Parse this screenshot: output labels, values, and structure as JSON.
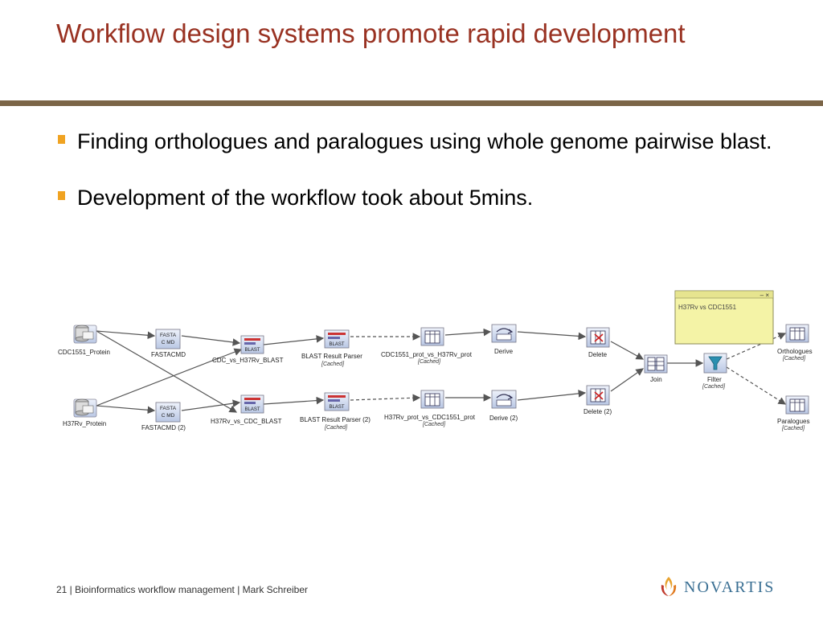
{
  "slide": {
    "title": "Workflow design systems promote rapid development",
    "bullets": [
      "Finding orthologues and paralogues using whole genome pairwise blast.",
      "Development of the workflow took about 5mins."
    ],
    "footer": "21 | Bioinformatics workflow management | Mark Schreiber",
    "logo_text": "NOVARTIS",
    "colors": {
      "title": "#993222",
      "rule": "#7b6547",
      "bullet": "#f0a322",
      "logo": "#3a6f93"
    }
  },
  "workflow": {
    "nodes": {
      "cdc1551_protein": {
        "label": "CDC1551_Protein",
        "icon": "database-icon"
      },
      "h37rv_protein": {
        "label": "H37Rv_Protein",
        "icon": "database-icon"
      },
      "fastacmd": {
        "label": "FASTACMD",
        "icon": "fasta-cmd-icon",
        "icon_text": [
          "FASTA",
          "C MD"
        ]
      },
      "fastacmd_2": {
        "label": "FASTACMD (2)",
        "icon": "fasta-cmd-icon",
        "icon_text": [
          "FASTA",
          "C MD"
        ]
      },
      "cdc_vs_h37rv_blast": {
        "label": "CDC_vs_H37Rv_BLAST",
        "icon": "blast-icon",
        "icon_text": "BLAST"
      },
      "h37rv_vs_cdc_blast": {
        "label": "H37Rv_vs_CDC_BLAST",
        "icon": "blast-icon",
        "icon_text": "BLAST"
      },
      "blast_parser": {
        "label": "BLAST Result Parser",
        "status": "[Cached]",
        "icon": "blast-icon",
        "icon_text": "BLAST"
      },
      "blast_parser_2": {
        "label": "BLAST Result Parser (2)",
        "status": "[Cached]",
        "icon": "blast-icon",
        "icon_text": "BLAST"
      },
      "cdc_prot_vs_h37rv": {
        "label": "CDC1551_prot_vs_H37Rv_prot",
        "status": "[Cached]",
        "icon": "table-icon"
      },
      "h37rv_prot_vs_cdc": {
        "label": "H37Rv_prot_vs_CDC1551_prot",
        "status": "[Cached]",
        "icon": "table-icon"
      },
      "derive": {
        "label": "Derive",
        "icon": "derive-icon"
      },
      "derive_2": {
        "label": "Derive (2)",
        "icon": "derive-icon"
      },
      "delete": {
        "label": "Delete",
        "icon": "delete-icon"
      },
      "delete_2": {
        "label": "Delete (2)",
        "icon": "delete-icon"
      },
      "join": {
        "label": "Join",
        "icon": "join-icon"
      },
      "filter": {
        "label": "Filter",
        "status": "[Cached]",
        "icon": "filter-icon"
      },
      "orthologues": {
        "label": "Orthologues",
        "status": "[Cached]",
        "icon": "table-icon"
      },
      "paralogues": {
        "label": "Paralogues",
        "status": "[Cached]",
        "icon": "table-icon"
      }
    },
    "note": {
      "text": "H37Rv vs CDC1551",
      "controls": "– ×"
    }
  }
}
